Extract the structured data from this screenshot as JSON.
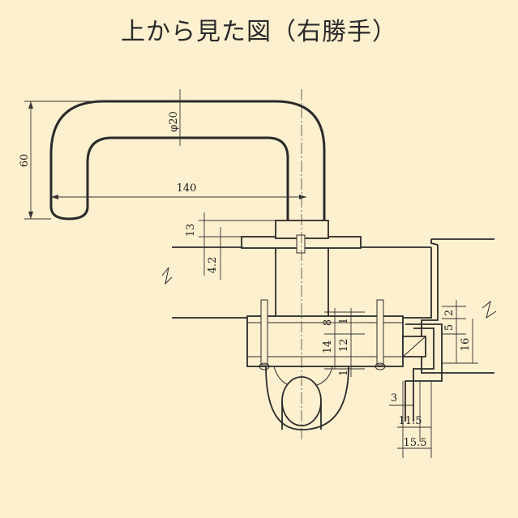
{
  "title": "上から見た図（右勝手）",
  "dimensions": {
    "handle_height": "60",
    "handle_diameter": "φ20",
    "handle_length": "140",
    "rose_offset": "13",
    "rose_thickness": "4.2",
    "case_8": "8",
    "case_1_top": "1",
    "case_14": "14",
    "case_12": "12",
    "case_1_bottom": "1",
    "frame_2": "2",
    "frame_5": "5",
    "frame_16": "16",
    "strike_3": "3",
    "strike_11_5": "11.5",
    "strike_15_5": "15.5"
  },
  "colors": {
    "background": "#fdf0cf",
    "ink": "#2b2b2b"
  }
}
